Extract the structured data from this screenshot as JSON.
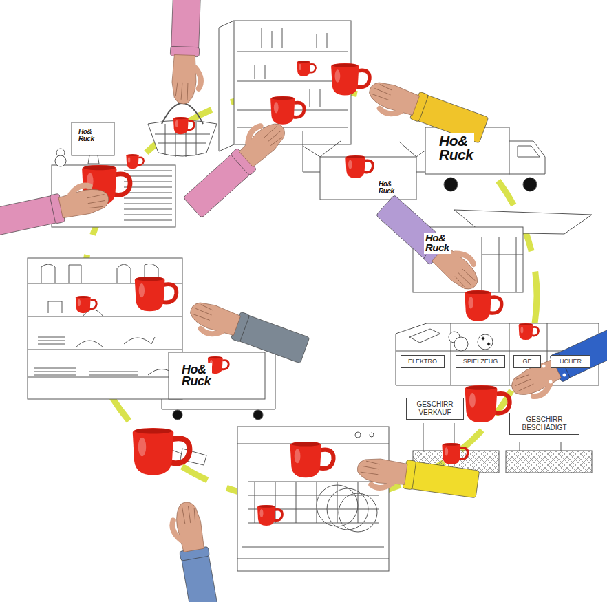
{
  "diagram": {
    "nodes": [
      {
        "text": [
          "ELEKTRO"
        ]
      },
      {
        "text": [
          "SPIELZEUG"
        ]
      },
      {
        "text": [
          "GE"
        ]
      },
      {
        "text": [
          "ÜCHER"
        ]
      },
      {
        "text": [
          "GESCHIRR VERKAUF"
        ]
      },
      {
        "text": [
          "GESCHIRR BESCHÄDIGT"
        ]
      }
    ],
    "labels": [
      "Ho& Ruck",
      "Ho& Ruck",
      "Ho& Ruck",
      "Ho& Ruck",
      "Ho& Ruck"
    ]
  }
}
